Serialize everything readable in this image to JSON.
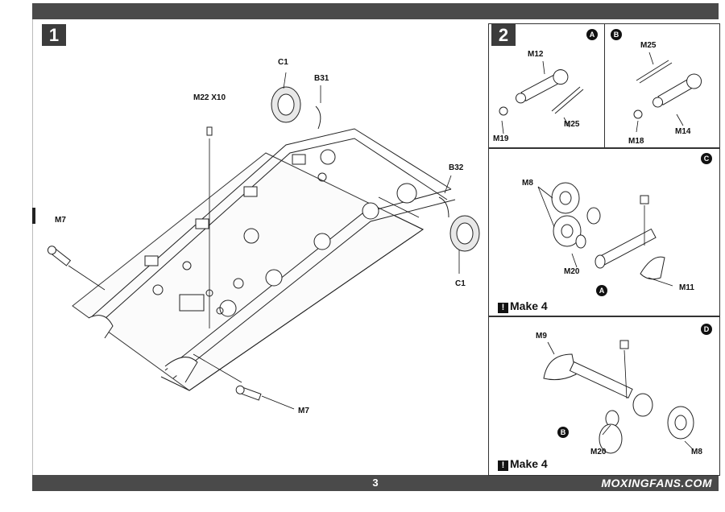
{
  "page": {
    "number": "3",
    "watermark": "MOXINGFANS.COM"
  },
  "step1": {
    "number": "1",
    "labels": {
      "c1_top": "C1",
      "b31": "B31",
      "m22": "M22 X10",
      "b32": "B32",
      "m7_left": "M7",
      "c1_bottom": "C1",
      "m7_bottom": "M7"
    }
  },
  "step2": {
    "number": "2",
    "A": {
      "circle": "A",
      "m12": "M12",
      "m19": "M19",
      "m25": "M25"
    },
    "B": {
      "circle": "B",
      "m25": "M25",
      "m18": "M18",
      "m14": "M14"
    },
    "C": {
      "circle": "C",
      "m8": "M8",
      "m20": "M20",
      "m11": "M11",
      "sub_circle": "A",
      "make": "Make 4"
    },
    "D": {
      "circle": "D",
      "m9": "M9",
      "m20": "M20",
      "m8": "M8",
      "sub_circle": "B",
      "make": "Make 4"
    },
    "warning_glyph": "!",
    "cut_icon": "scissors-icon"
  },
  "colors": {
    "bar": "#4a4a4a",
    "badge": "#3c3c3c"
  }
}
